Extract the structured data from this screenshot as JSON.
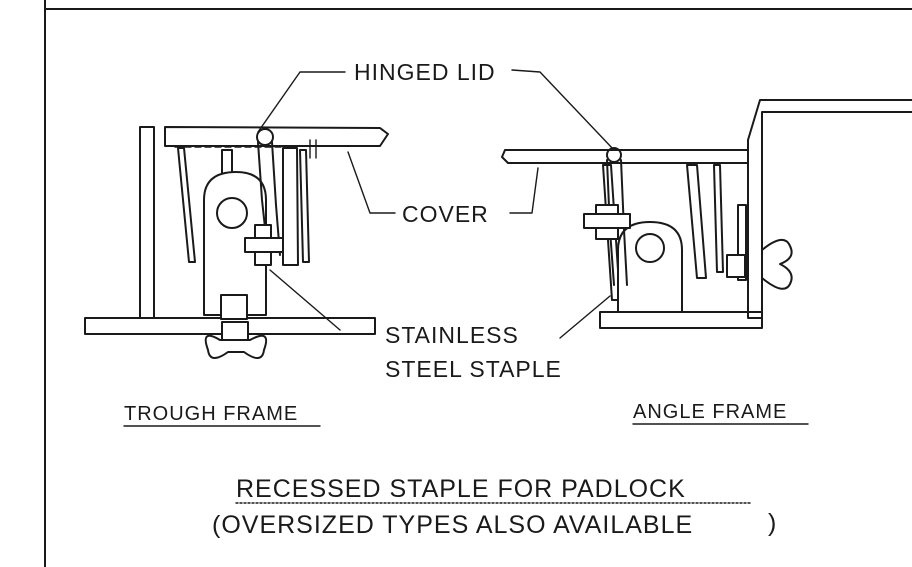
{
  "labels": {
    "hinged_lid": "HINGED LID",
    "cover": "COVER",
    "stainless_line1": "STAINLESS",
    "stainless_line2": "STEEL STAPLE",
    "trough_frame": "TROUGH FRAME",
    "angle_frame": "ANGLE FRAME",
    "caption_line1": "RECESSED STAPLE FOR PADLOCK",
    "caption_line2": "(OVERSIZED TYPES ALSO AVAILABLE"
  }
}
